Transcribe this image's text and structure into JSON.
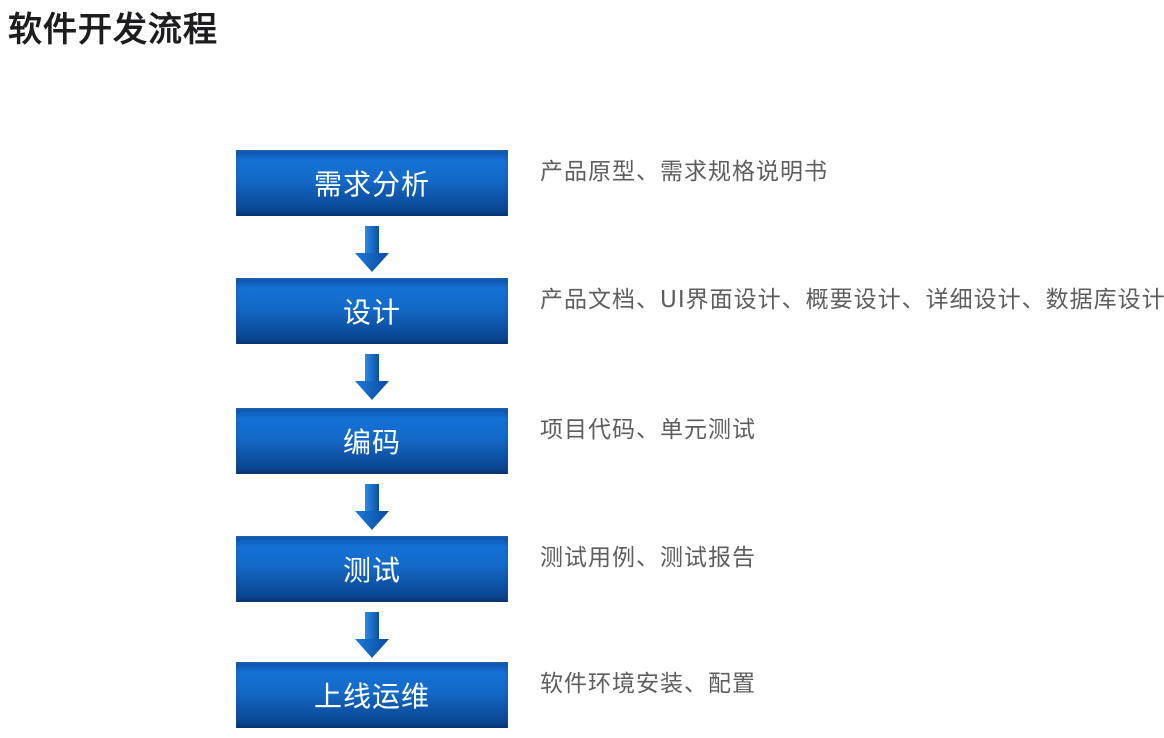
{
  "page": {
    "title": "软件开发流程",
    "background_color": "#ffffff"
  },
  "flow": {
    "direction": "vertical",
    "steps": [
      {
        "label": "需求分析",
        "deliverables": "产品原型、需求规格说明书"
      },
      {
        "label": "设计",
        "deliverables": "产品文档、UI界面设计、概要设计、详细设计、数据库设计"
      },
      {
        "label": "编码",
        "deliverables": "项目代码、单元测试"
      },
      {
        "label": "测试",
        "deliverables": "测试用例、测试报告"
      },
      {
        "label": "上线运维",
        "deliverables": "软件环境安装、配置"
      }
    ],
    "connector": {
      "icon": "arrow-down-icon",
      "count": 4
    }
  },
  "colors": {
    "box_blue_bright": "#1571d6",
    "box_blue_dark": "#093f85",
    "arrow_blue_light": "#2a8ae4",
    "arrow_blue_dark": "#0b4aa0",
    "label_text": "#ffffff",
    "description_text": "#5e5e5e",
    "title_text": "#1d1d1f"
  }
}
